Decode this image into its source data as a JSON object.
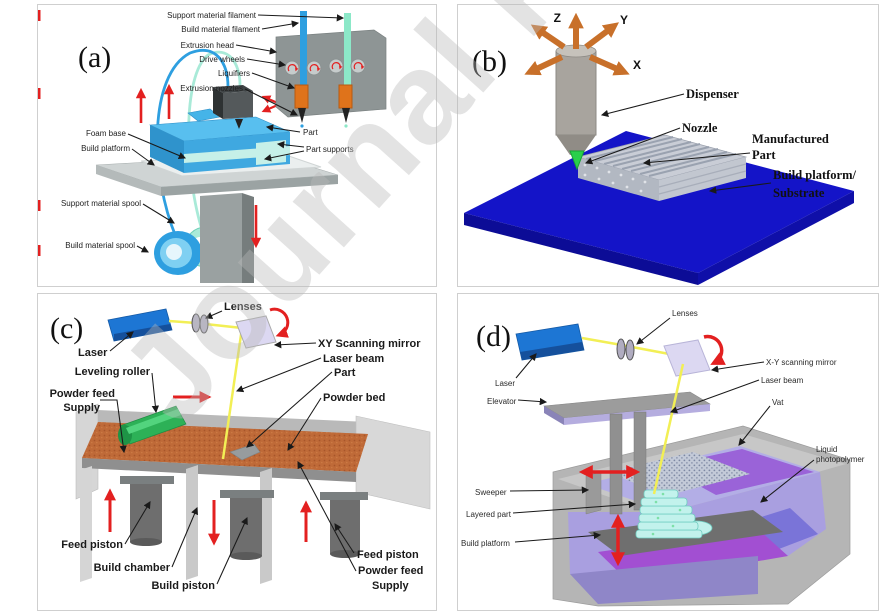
{
  "figure": {
    "watermark": "Journal Pre-proof"
  },
  "panel_a": {
    "tag": "(a)",
    "labels": {
      "support_material_filament": "Support material filament",
      "build_material_filament": "Build material filament",
      "extrusion_head": "Extrusion head",
      "drive_wheels": "Drive wheels",
      "liquifiers": "Liquifiers",
      "extrusion_nozzles": "Extrusion nozzles",
      "foam_base": "Foam base",
      "build_platform": "Build platform",
      "part": "Part",
      "part_supports": "Part supports",
      "support_material_spool": "Support material spool",
      "build_material_spool": "Build material spool"
    }
  },
  "panel_b": {
    "tag": "(b)",
    "labels": {
      "axis_z": "Z",
      "axis_y": "Y",
      "axis_x": "X",
      "dispenser": "Dispenser",
      "nozzle": "Nozzle",
      "manufactured_line1": "Manufactured",
      "manufactured_line2": "Part",
      "platform_line1": "Build platform/",
      "platform_line2": "Substrate"
    }
  },
  "panel_c": {
    "tag": "(c)",
    "labels": {
      "lenses": "Lenses",
      "laser": "Laser",
      "xy_mirror": "XY Scanning mirror",
      "laser_beam": "Laser beam",
      "part": "Part",
      "leveling_roller": "Leveling roller",
      "powder_feed_line1": "Powder feed",
      "powder_feed_line2": "Supply",
      "powder_bed": "Powder bed",
      "feed_piston_left": "Feed piston",
      "build_chamber": "Build chamber",
      "build_piston": "Build piston",
      "feed_piston_right": "Feed piston",
      "powder_feed_right_line1": "Powder feed",
      "powder_feed_right_line2": "Supply"
    }
  },
  "panel_d": {
    "tag": "(d)",
    "labels": {
      "lenses": "Lenses",
      "laser": "Laser",
      "xy_mirror": "X-Y scanning mirror",
      "laser_beam": "Laser beam",
      "elevator": "Elevator",
      "vat": "Vat",
      "liquid_line1": "Liquid",
      "liquid_line2": "photopolymer",
      "sweeper": "Sweeper",
      "layered_part": "Layered part",
      "build_platform": "Build platform"
    }
  },
  "colors": {
    "annotation_red": "#e32020",
    "axis_orange": "#c8702a",
    "laser_blue": "#1d76d4",
    "beam_yellow": "#f2ef55",
    "mirror_lavender": "#dcd8f2",
    "roller_green": "#2db157",
    "powder_orange": "#bf6a38",
    "substrate_blue": "#1414c8",
    "part_blue": "#45b4e8",
    "support_cyan": "#c6f0e8",
    "liquifier_orange": "#df731b",
    "nozzle_green": "#29cf4b",
    "vat_liquid_lavender": "#b3aee6",
    "photopolymer_purple": "#9a63d8",
    "layered_part_cyan": "#c2f2ec",
    "machine_gray": "#9aa1a1",
    "watermark_gray": "#cfcfcf"
  }
}
